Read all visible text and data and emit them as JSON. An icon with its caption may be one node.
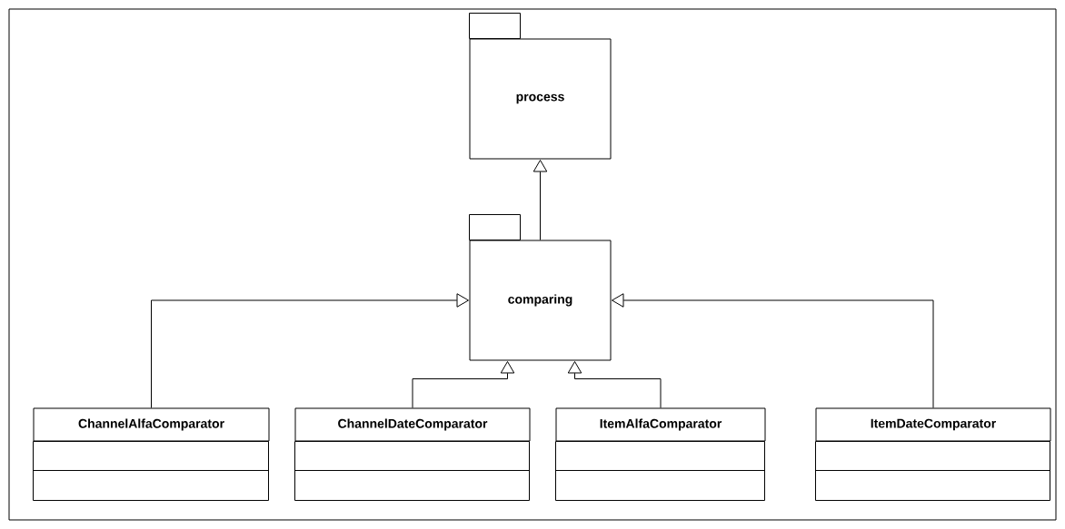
{
  "diagram": {
    "nodes": [
      {
        "text": [
          "process"
        ]
      },
      {
        "text": [
          "comparing"
        ]
      },
      {
        "text": [
          "ChannelAlfaComparator"
        ]
      },
      {
        "text": [
          "ChannelDateComparator"
        ]
      },
      {
        "text": [
          "ItemAlfaComparator"
        ]
      },
      {
        "text": [
          "ItemDateComparator"
        ]
      }
    ],
    "edges": [
      {
        "from": 1,
        "to": 0,
        "arrow": "to"
      },
      {
        "from": 2,
        "to": 1,
        "arrow": "to"
      },
      {
        "from": 3,
        "to": 1,
        "arrow": "to"
      },
      {
        "from": 4,
        "to": 1,
        "arrow": "to"
      },
      {
        "from": 5,
        "to": 1,
        "arrow": "to"
      }
    ]
  }
}
